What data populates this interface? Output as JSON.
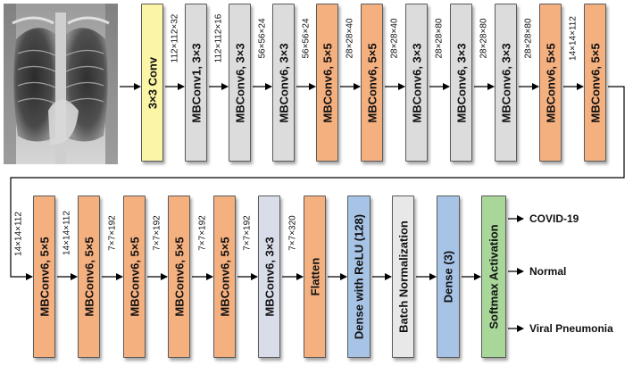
{
  "row1": {
    "blocks": [
      {
        "label": "3×3 Conv",
        "kind": "conv"
      },
      {
        "label": "MBConv1, 3×3",
        "kind": "mb3"
      },
      {
        "label": "MBConv6, 3×3",
        "kind": "mb3"
      },
      {
        "label": "MBConv6, 3×3",
        "kind": "mb3"
      },
      {
        "label": "MBConv6, 5×5",
        "kind": "mb5"
      },
      {
        "label": "MBConv6, 5×5",
        "kind": "mb5"
      },
      {
        "label": "MBConv6, 3×3",
        "kind": "mb3"
      },
      {
        "label": "MBConv6, 3×3",
        "kind": "mb3"
      },
      {
        "label": "MBConv6, 3×3",
        "kind": "mb3"
      },
      {
        "label": "MBConv6, 5×5",
        "kind": "mb5"
      },
      {
        "label": "MBConv6, 5×5",
        "kind": "mb5"
      }
    ],
    "shapes": [
      "112×112×32",
      "112×112×16",
      "56×56×24",
      "56×56×24",
      "28×28×40",
      "28×28×40",
      "28×28×80",
      "28×28×80",
      "28×28×80",
      "14×14×112"
    ]
  },
  "row2": {
    "entry_shape": "14×14×112",
    "blocks": [
      {
        "label": "MBConv6, 5×5",
        "kind": "mb5"
      },
      {
        "label": "MBConv6, 5×5",
        "kind": "mb5"
      },
      {
        "label": "MBConv6, 5×5",
        "kind": "mb5"
      },
      {
        "label": "MBConv6, 5×5",
        "kind": "mb5"
      },
      {
        "label": "MBConv6, 5×5",
        "kind": "mb5"
      },
      {
        "label": "MBConv6, 3×3",
        "kind": "mb3b"
      },
      {
        "label": "Flatten",
        "kind": "flatten"
      },
      {
        "label": "Dense with ReLU (128)",
        "kind": "dense"
      },
      {
        "label": "Batch Normalization",
        "kind": "bn"
      },
      {
        "label": "Dense (3)",
        "kind": "dense"
      },
      {
        "label": "Softmax Activation",
        "kind": "softmax"
      }
    ],
    "shapes": [
      "14×14×112",
      "7×7×192",
      "7×7×192",
      "7×7×192",
      "7×7×192",
      "7×7×320"
    ]
  },
  "outputs": [
    "COVID-19",
    "Normal",
    "Viral Pneumonia"
  ],
  "colors": {
    "conv": "#fbf5a6",
    "mb3": "#dcdcdc",
    "mb3b": "#d9dde9",
    "mb5": "#f5b080",
    "flatten": "#f5b080",
    "dense": "#a7c3e6",
    "bn": "#e8e8e8",
    "softmax": "#a9d79a",
    "arrow": "#000000"
  },
  "icons": {
    "input_image": "chest-xray-image"
  }
}
